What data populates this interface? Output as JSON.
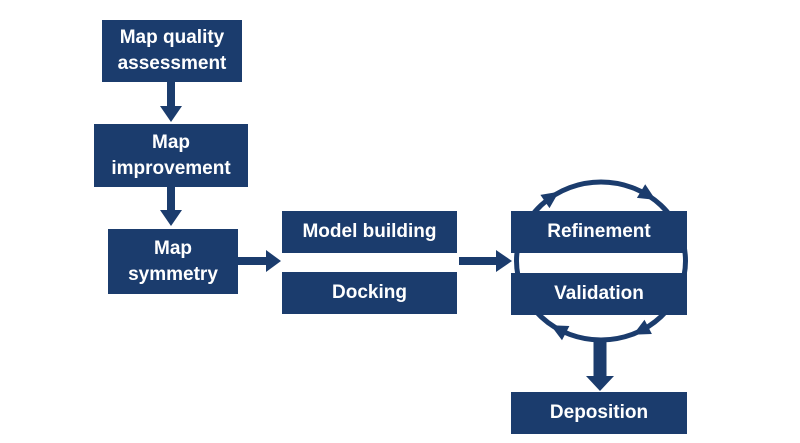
{
  "diagram": {
    "type": "flowchart",
    "colors": {
      "node_fill": "#1b3c6d",
      "arrow": "#1b3c6d",
      "node_text": "#ffffff",
      "background": "#ffffff"
    },
    "nodes": {
      "map_quality_assessment": {
        "label": "Map quality\nassessment"
      },
      "map_improvement": {
        "label": "Map\nimprovement"
      },
      "map_symmetry": {
        "label": "Map\nsymmetry"
      },
      "model_building": {
        "label": "Model building"
      },
      "docking": {
        "label": "Docking"
      },
      "refinement": {
        "label": "Refinement"
      },
      "validation": {
        "label": "Validation"
      },
      "deposition": {
        "label": "Deposition"
      }
    },
    "connections": [
      {
        "from": "map_quality_assessment",
        "to": "map_improvement",
        "type": "arrow"
      },
      {
        "from": "map_improvement",
        "to": "map_symmetry",
        "type": "arrow"
      },
      {
        "from": "map_symmetry",
        "to": "model_building_docking",
        "type": "arrow"
      },
      {
        "from": "model_building_docking",
        "to": "refinement_validation",
        "type": "arrow"
      },
      {
        "from": "refinement",
        "to": "validation",
        "type": "cycle_clockwise"
      },
      {
        "from": "refinement_validation",
        "to": "deposition",
        "type": "arrow"
      }
    ]
  }
}
